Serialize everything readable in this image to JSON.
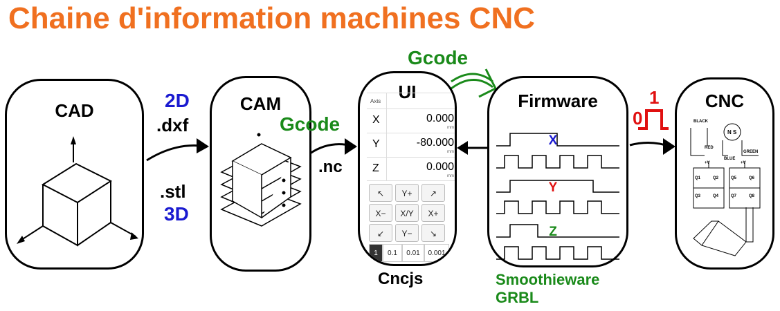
{
  "title": "Chaine d'information machines CNC",
  "colors": {
    "title": "#f07020",
    "green": "#1a8a1a",
    "blue": "#1a1ad0",
    "red": "#e01010",
    "black": "#000000"
  },
  "boxes": {
    "cad": "CAD",
    "cam": "CAM",
    "ui": "UI",
    "firmware": "Firmware",
    "cnc": "CNC"
  },
  "arrows": {
    "cad_cam_top_1": "2D",
    "cad_cam_top_2": ".dxf",
    "cad_cam_bottom_1": ".stl",
    "cad_cam_bottom_2": "3D",
    "cam_ui_top": "Gcode",
    "cam_ui_bottom": ".nc",
    "ui_fw_top": "Gcode",
    "fw_cnc_high": "1",
    "fw_cnc_low": "0"
  },
  "ui_panel": {
    "axis_header": "Axis",
    "axes": [
      {
        "name": "X",
        "value": "0.000",
        "unit": "mm"
      },
      {
        "name": "Y",
        "value": "-80.000",
        "unit": "mm"
      },
      {
        "name": "Z",
        "value": "0.000",
        "unit": "mm"
      }
    ],
    "jog_row1": [
      "↖",
      "Y+",
      "↗"
    ],
    "jog_row2": [
      "X−",
      "X/Y",
      "X+"
    ],
    "jog_row3": [
      "↙",
      "Y−",
      "↘"
    ],
    "steps": [
      "1",
      "0.1",
      "0.01",
      "0.001"
    ]
  },
  "ui_caption": "Cncjs",
  "firmware_axes": [
    "X",
    "Y",
    "Z"
  ],
  "firmware_caption_1": "Smoothieware",
  "firmware_caption_2": "GRBL",
  "cnc_schematic": {
    "wire_black": "BLACK",
    "wire_red": "RED",
    "wire_green": "GREEN",
    "wire_blue": "BLUE",
    "motor": "N S",
    "vplus": "+V",
    "q": [
      "Q1",
      "Q2",
      "Q3",
      "Q4",
      "Q5",
      "Q6",
      "Q7",
      "Q8"
    ]
  }
}
